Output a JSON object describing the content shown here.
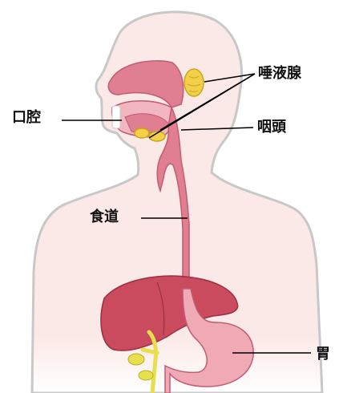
{
  "labels": {
    "oral_cavity": "口腔",
    "salivary_glands": "唾液腺",
    "pharynx": "咽頭",
    "esophagus": "食道",
    "stomach": "胃"
  },
  "colors": {
    "body_outline": "#c8c8c8",
    "body_fill": "#fbe9e7",
    "organ_pink": "#e07f91",
    "organ_pink_light": "#f0aab6",
    "liver": "#c94b5d",
    "liver_dark": "#9e2f40",
    "gland_yellow": "#f2d04a",
    "bile_yellow": "#e7df4d",
    "leader_line": "#000000"
  }
}
